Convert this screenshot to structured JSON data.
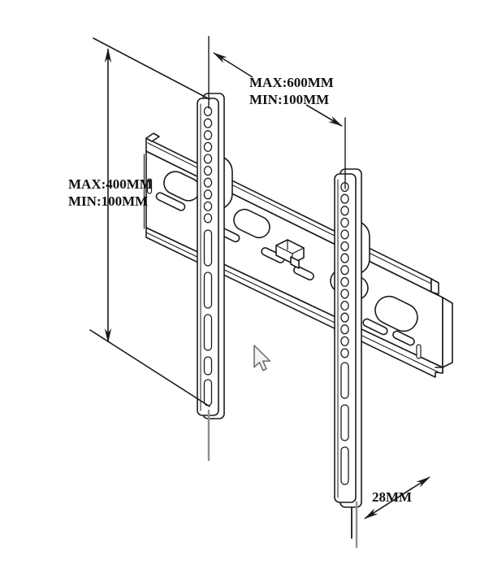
{
  "title": "TV wall mount bracket dimension diagram",
  "annotations": {
    "horizontal": {
      "max": "MAX:600MM",
      "min": "MIN:100MM"
    },
    "vertical": {
      "max": "MAX:400MM",
      "min": "MIN:100MM"
    },
    "depth": {
      "value": "28MM"
    }
  },
  "icons": {
    "cursor": "mouse-arrow-pointer",
    "dimension_arrows": "filled-triangle-arrowheads"
  },
  "colors": {
    "line": "#1b1b1b",
    "thin_center_line": "#8f8f8f",
    "background": "#ffffff",
    "text": "#111111",
    "cursor_fill": "#f2f2f2",
    "cursor_outline": "#666666"
  }
}
